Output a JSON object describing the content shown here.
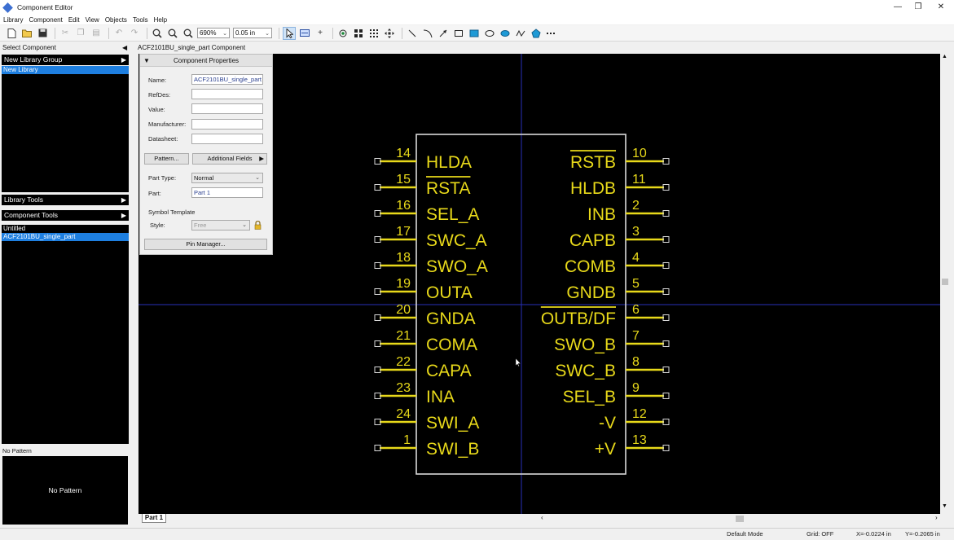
{
  "window": {
    "title": "Component Editor",
    "minimize_glyph": "—",
    "maximize_glyph": "❐",
    "close_glyph": "✕"
  },
  "menu": [
    "Library",
    "Component",
    "Edit",
    "View",
    "Objects",
    "Tools",
    "Help"
  ],
  "toolbar": {
    "zoom_value": "690%",
    "grid_value": "0.05 in"
  },
  "left_panel": {
    "select_component_label": "Select Component",
    "library_group_header": "New Library Group",
    "libraries": [
      "New Library"
    ],
    "library_tools_header": "Library Tools",
    "component_tools_header": "Component Tools",
    "components": [
      "Untitled",
      "ACF2101BU_single_part"
    ],
    "pattern_label": "No Pattern",
    "pattern_preview_text": "No Pattern"
  },
  "document": {
    "tab_title": "ACF2101BU_single_part Component",
    "sheet_tab": "Part 1"
  },
  "properties": {
    "header": "Component Properties",
    "name_label": "Name:",
    "name_value": "ACF2101BU_single_part",
    "refdes_label": "RefDes:",
    "value_label": "Value:",
    "manufacturer_label": "Manufacturer:",
    "datasheet_label": "Datasheet:",
    "pattern_button": "Pattern...",
    "additional_fields_button": "Additional Fields",
    "part_type_label": "Part Type:",
    "part_type_value": "Normal",
    "part_label": "Part:",
    "part_value": "Part 1",
    "symbol_template_label": "Symbol Template",
    "style_label": "Style:",
    "style_value": "Free",
    "pin_manager_button": "Pin Manager..."
  },
  "status": {
    "mode": "Default Mode",
    "grid": "Grid: OFF",
    "x": "X=-0.0224 in",
    "y": "Y=-0.2065 in"
  },
  "symbol": {
    "left_pins": [
      {
        "num": "14",
        "name": "HLDA",
        "overbar": false
      },
      {
        "num": "15",
        "name": "RSTA",
        "overbar": true
      },
      {
        "num": "16",
        "name": "SEL_A",
        "overbar": false
      },
      {
        "num": "17",
        "name": "SWC_A",
        "overbar": false
      },
      {
        "num": "18",
        "name": "SWO_A",
        "overbar": false
      },
      {
        "num": "19",
        "name": "OUTA",
        "overbar": false
      },
      {
        "num": "20",
        "name": "GNDA",
        "overbar": false
      },
      {
        "num": "21",
        "name": "COMA",
        "overbar": false
      },
      {
        "num": "22",
        "name": "CAPA",
        "overbar": false
      },
      {
        "num": "23",
        "name": "INA",
        "overbar": false
      },
      {
        "num": "24",
        "name": "SWI_A",
        "overbar": false
      },
      {
        "num": "1",
        "name": "SWI_B",
        "overbar": false
      }
    ],
    "right_pins": [
      {
        "num": "10",
        "name": "RSTB",
        "overbar": true
      },
      {
        "num": "11",
        "name": "HLDB",
        "overbar": false
      },
      {
        "num": "2",
        "name": "INB",
        "overbar": false
      },
      {
        "num": "3",
        "name": "CAPB",
        "overbar": false
      },
      {
        "num": "4",
        "name": "COMB",
        "overbar": false
      },
      {
        "num": "5",
        "name": "GNDB",
        "overbar": false
      },
      {
        "num": "6",
        "name": "OUTB/DF",
        "overbar": true
      },
      {
        "num": "7",
        "name": "SWO_B",
        "overbar": false
      },
      {
        "num": "8",
        "name": "SWC_B",
        "overbar": false
      },
      {
        "num": "9",
        "name": "SEL_B",
        "overbar": false
      },
      {
        "num": "12",
        "name": "-V",
        "overbar": false
      },
      {
        "num": "13",
        "name": "+V",
        "overbar": false
      }
    ],
    "colors": {
      "pin": "#e8d91a",
      "body": "#d9d9d9",
      "crosshair": "#2730b8",
      "canvas": "#000000"
    }
  }
}
